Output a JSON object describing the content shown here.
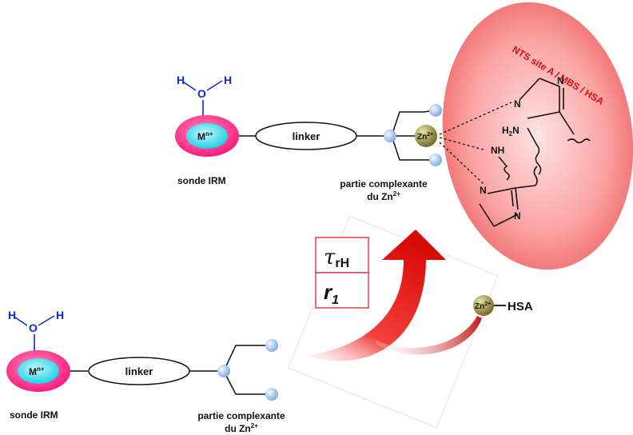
{
  "colors": {
    "probe_outer": "#ff2e8a",
    "probe_inner": "#18d6e8",
    "bead": "#a9c9f0",
    "zinc": "#8c7e2a",
    "site_fill": "#f7a3a3",
    "arrow_red": "#e8110f",
    "box_red": "#d8222a",
    "water_blue": "#0b2bd6"
  },
  "top": {
    "water_h_left": "H",
    "water_o": "O",
    "water_h_right": "H",
    "metal": "M",
    "metal_charge": "n+",
    "linker": "linker",
    "probe_caption": "sonde IRM",
    "chelator_caption_line1": "partie complexante",
    "chelator_caption_line2": "du Zn",
    "chelator_caption_sup": "2+",
    "zinc_label": "Zn",
    "zinc_charge": "2+"
  },
  "site": {
    "title": "NTS site A / MBS / HSA",
    "h2n": "H",
    "h2n_sub": "2",
    "h2n_n": "N",
    "nh": "NH",
    "imidazole_n": "N"
  },
  "boxes": {
    "tau_symbol": "τ",
    "tau_sub": "rH",
    "r_symbol": "r",
    "r_sub": "1"
  },
  "zn_hsa": {
    "zinc_label": "Zn",
    "zinc_charge": "2+",
    "hsa": "HSA"
  },
  "bottom": {
    "water_h_left": "H",
    "water_o": "O",
    "water_h_right": "H",
    "metal": "M",
    "metal_charge": "n+",
    "linker": "linker",
    "probe_caption": "sonde IRM",
    "chelator_caption_line1": "partie complexante",
    "chelator_caption_line2": "du Zn",
    "chelator_caption_sup": "2+"
  }
}
